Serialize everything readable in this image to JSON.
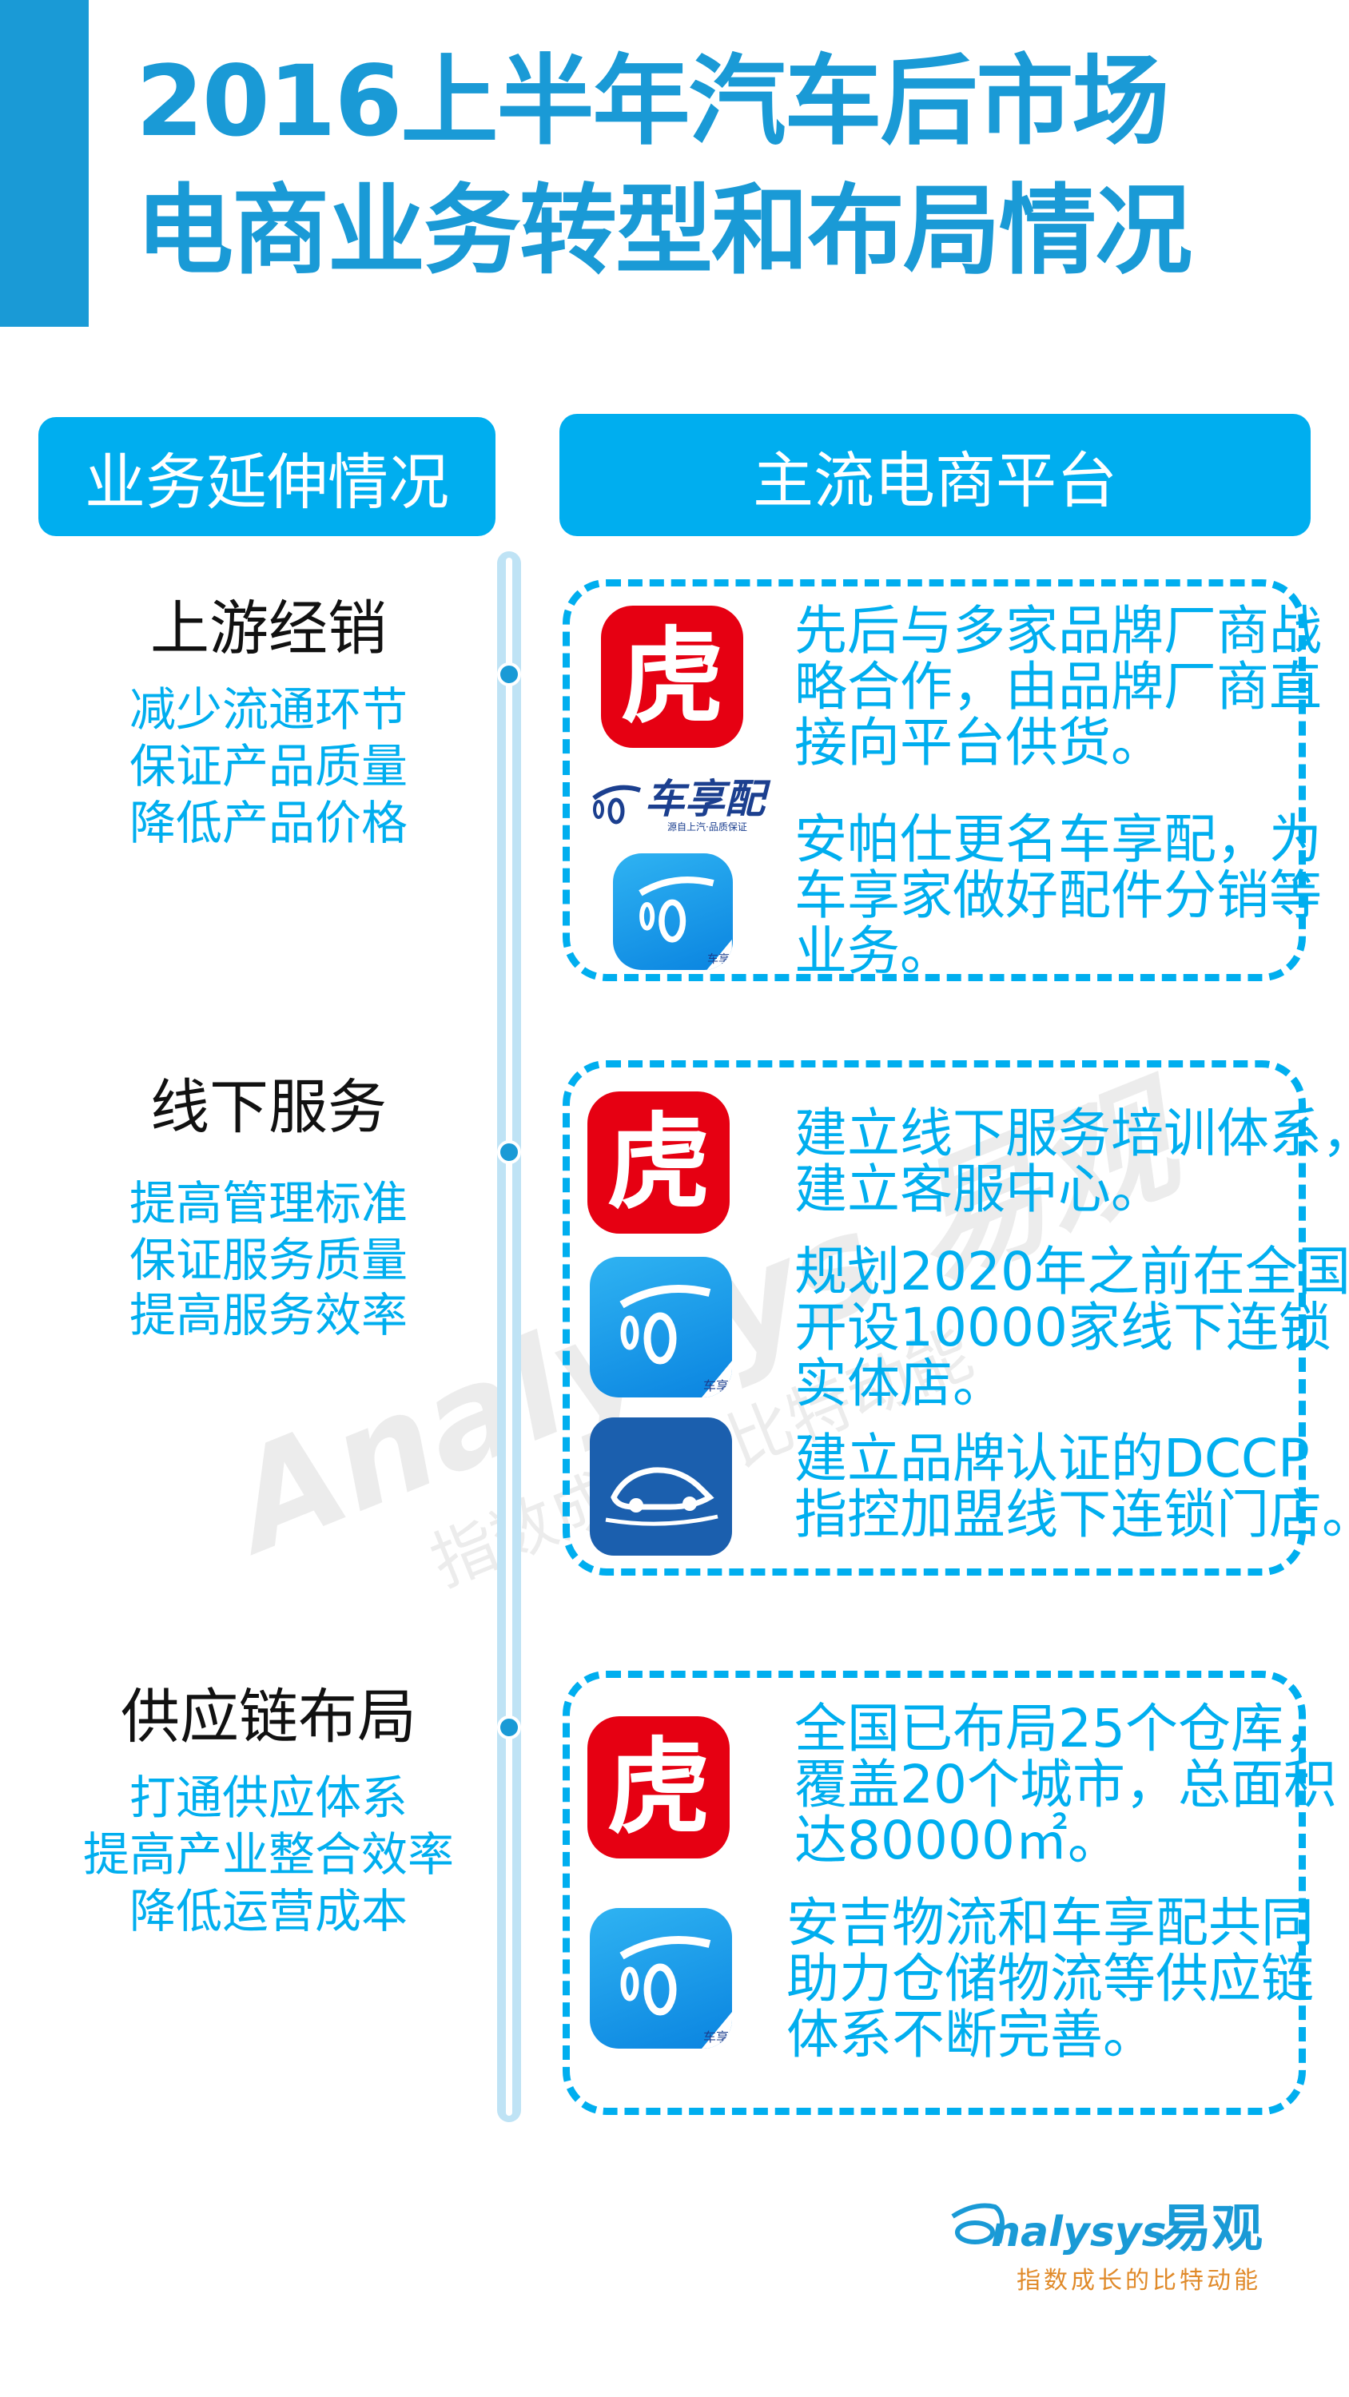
{
  "title": {
    "line1": "2016上半年汽车后市场",
    "line2": "电商业务转型和布局情况"
  },
  "headers": {
    "left": "业务延伸情况",
    "right": "主流电商平台"
  },
  "sections": [
    {
      "title": "上游经销",
      "items": [
        "减少流通环节",
        "保证产品质量",
        "降低产品价格"
      ]
    },
    {
      "title": "线下服务",
      "items": [
        "提高管理标准",
        "保证服务质量",
        "提高服务效率"
      ]
    },
    {
      "title": "供应链布局",
      "items": [
        "打通供应体系",
        "提高产业整合效率",
        "降低运营成本"
      ]
    }
  ],
  "platforms": [
    {
      "entries": [
        {
          "icon": "huxiu-tiger-icon",
          "glyph": "虎",
          "lines": [
            "先后与多家品牌厂商战",
            "略合作，由品牌厂商直",
            "接向平台供货。"
          ]
        },
        {
          "icon": "chexiangpei-logo",
          "logo_text": "车享配",
          "logo_sub": "源自上汽·品质保证",
          "badge": "车享",
          "lines": [
            "安帕仕更名车享配，为",
            "车享家做好配件分销等",
            "业务。"
          ]
        }
      ]
    },
    {
      "entries": [
        {
          "icon": "huxiu-tiger-icon",
          "glyph": "虎",
          "lines": [
            "建立线下服务培训体系，",
            "建立客服中心。"
          ]
        },
        {
          "icon": "chexiang-app-icon",
          "badge": "车享",
          "lines": [
            "规划2020年之前在全国",
            "开设10000家线下连锁",
            "实体店。"
          ]
        },
        {
          "icon": "car-wrench-icon",
          "lines": [
            "建立品牌认证的DCCP",
            "指控加盟线下连锁门店。"
          ]
        }
      ]
    },
    {
      "entries": [
        {
          "icon": "huxiu-tiger-icon",
          "glyph": "虎",
          "lines": [
            "全国已布局25个仓库，",
            "覆盖20个城市，总面积",
            "达80000㎡。"
          ]
        },
        {
          "icon": "chexiang-app-icon",
          "badge": "车享",
          "lines": [
            "安吉物流和车享配共同",
            "助力仓储物流等供应链",
            "体系不断完善。"
          ]
        }
      ]
    }
  ],
  "brand": {
    "name_en": "nalysys",
    "name_cn": "易观",
    "slogan": "指数成长的比特动能"
  },
  "watermark": {
    "text": "Analysys 易观",
    "slogan": "指数成长的比特动能"
  },
  "colors": {
    "title": "#1a9ad6",
    "accent": "#00aeef",
    "tiger": "#e60012",
    "slogan": "#e08a2a"
  }
}
